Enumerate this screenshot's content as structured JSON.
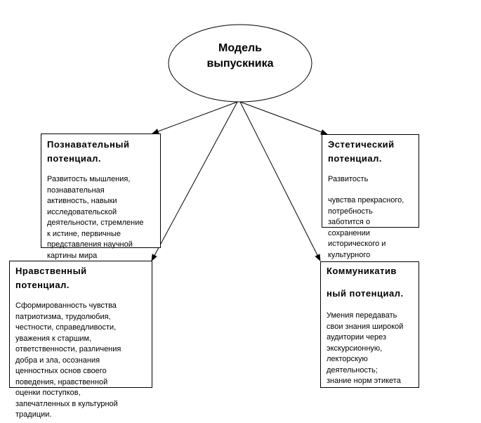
{
  "center": {
    "line1": "Модель",
    "line2": "выпускника"
  },
  "cognitive": {
    "title_l1": "Познавательный",
    "title_l2": "потенциал.",
    "lines": [
      "Развитость мышления,",
      "познавательная",
      "активность, навыки",
      "исследовательской",
      "деятельности, стремление",
      "к истине, первичные",
      "представления научной",
      "картины мира"
    ]
  },
  "aesthetic": {
    "title_l1": "Эстетический",
    "title_l2": "потенциал.",
    "line0": "Развитость",
    "lines": [
      "чувства прекрасного,",
      "потребность",
      "заботится о",
      "сохранении",
      "исторического и",
      "культурного"
    ]
  },
  "moral": {
    "title_l1": "Нравственный",
    "title_l2": "потенциал.",
    "lines": [
      "Сформированность чувства",
      "патриотизма, трудолюбия,",
      "честности, справедливости,",
      "уважения к старшим,",
      "ответственности, различения",
      "добра и зла, осознания",
      "ценностных основ своего",
      "поведения, нравственной",
      "оценки поступков,",
      "запечатленных в культурной",
      "традиции."
    ]
  },
  "communicative": {
    "title_l1": "Коммуникатив",
    "title_l2": "ный потенциал.",
    "lines": [
      "Умения передавать",
      "свои знания широкой",
      "аудитории через",
      "экскурсионную,",
      "лекторскую",
      "деятельность;",
      "знание норм этикета"
    ]
  }
}
